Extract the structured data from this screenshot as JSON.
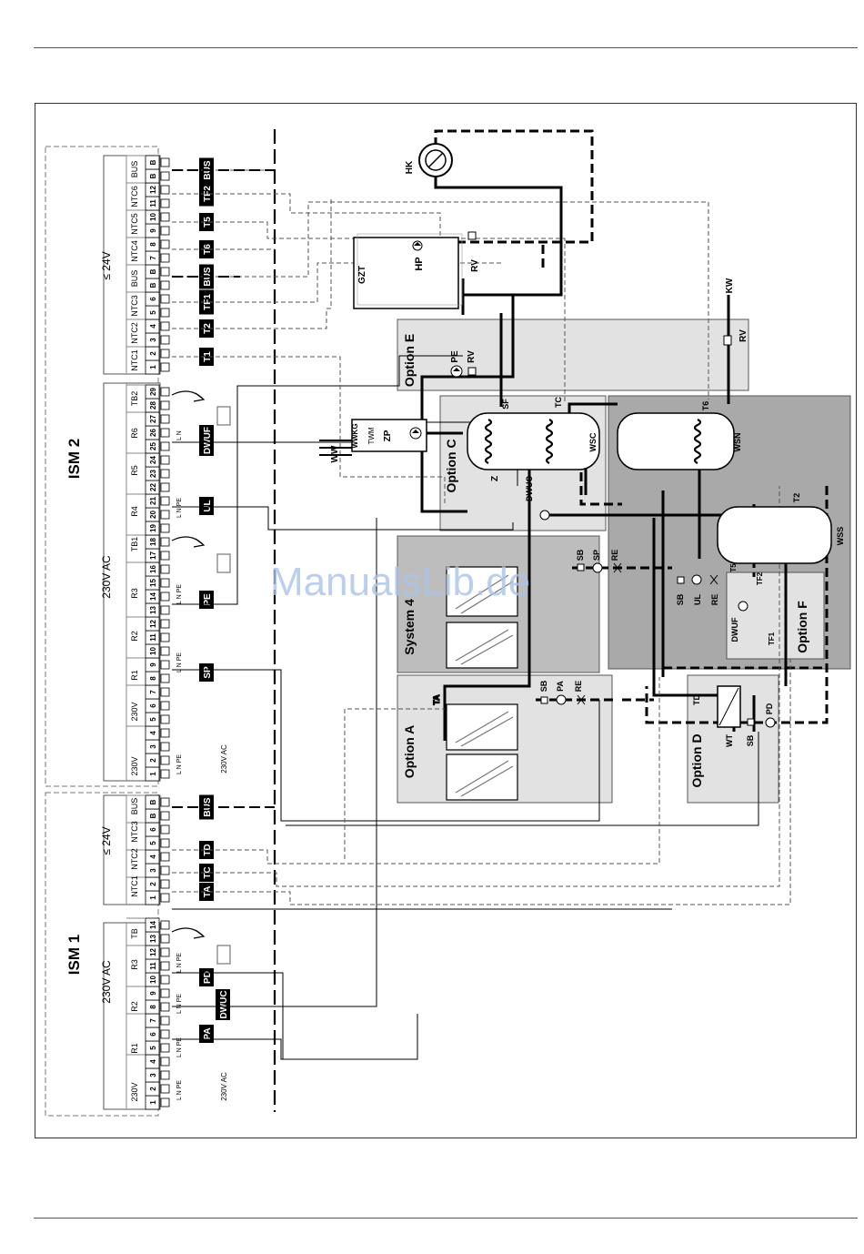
{
  "watermark": "ManualsLib.de",
  "ism1": {
    "title": "ISM 1",
    "voltage_main": "230V AC",
    "voltage_low": "≤ 24V",
    "supply_label": "230V AC",
    "supply_terminal_label": "230V",
    "groups": [
      {
        "label": "230V",
        "terminals": [
          "1",
          "2",
          "3",
          "4"
        ]
      },
      {
        "label": "R1",
        "terminals": [
          "5",
          "6",
          "7"
        ]
      },
      {
        "label": "R2",
        "terminals": [
          "8",
          "9"
        ]
      },
      {
        "label": "R3",
        "terminals": [
          "10",
          "11",
          "12"
        ]
      },
      {
        "label": "TB",
        "terminals": [
          "13",
          "14"
        ]
      },
      {
        "label": "NTC1",
        "terminals": [
          "1",
          "2"
        ]
      },
      {
        "label": "NTC2",
        "terminals": [
          "3",
          "4"
        ]
      },
      {
        "label": "NTC3",
        "terminals": [
          "5",
          "6"
        ]
      },
      {
        "label": "BUS",
        "terminals": [
          "B",
          "B"
        ]
      }
    ],
    "device_labels": [
      "PA",
      "DWUC",
      "PD",
      "TA",
      "TC",
      "TD",
      "BUS"
    ]
  },
  "ism2": {
    "title": "ISM 2",
    "voltage_main": "230V AC",
    "voltage_low": "≤ 24V",
    "supply_label": "230V AC",
    "supply_terminal_label": "230V",
    "groups": [
      {
        "label": "230V",
        "terminals": [
          "1",
          "2",
          "3",
          "4"
        ]
      },
      {
        "label": "230V",
        "terminals": [
          "5",
          "6",
          "7"
        ]
      },
      {
        "label": "R1",
        "terminals": [
          "8",
          "9"
        ]
      },
      {
        "label": "R2",
        "terminals": [
          "10",
          "11",
          "12"
        ]
      },
      {
        "label": "R3",
        "terminals": [
          "13",
          "14",
          "15",
          "16"
        ]
      },
      {
        "label": "TB1",
        "terminals": [
          "17",
          "18"
        ]
      },
      {
        "label": "R4",
        "terminals": [
          "19",
          "20",
          "21"
        ]
      },
      {
        "label": "R5",
        "terminals": [
          "22",
          "23",
          "24"
        ]
      },
      {
        "label": "R6",
        "terminals": [
          "25",
          "26",
          "27"
        ]
      },
      {
        "label": "TB2",
        "terminals": [
          "28",
          "29"
        ]
      },
      {
        "label": "NTC1",
        "terminals": [
          "1",
          "2"
        ]
      },
      {
        "label": "NTC2",
        "terminals": [
          "3",
          "4"
        ]
      },
      {
        "label": "NTC3",
        "terminals": [
          "5",
          "6"
        ]
      },
      {
        "label": "BUS",
        "terminals": [
          "B",
          "B"
        ]
      },
      {
        "label": "NTC4",
        "terminals": [
          "7",
          "8"
        ]
      },
      {
        "label": "NTC5",
        "terminals": [
          "9",
          "10"
        ]
      },
      {
        "label": "NTC6",
        "terminals": [
          "11",
          "12"
        ]
      },
      {
        "label": "BUS",
        "terminals": [
          "B",
          "B"
        ]
      }
    ],
    "device_labels": [
      "SP",
      "PE",
      "UL",
      "DWUF",
      "T1",
      "T2",
      "TF1",
      "BUS",
      "T6",
      "T5",
      "TF2",
      "BUS"
    ]
  },
  "wiring_labels": {
    "ln": "L N",
    "lnpe": "L N PE"
  },
  "components": {
    "hk": "HK",
    "gzt": "GZT",
    "hp": "HP",
    "rv": "RV",
    "kw": "KW",
    "ww": "WW",
    "wwkg": "WWKG",
    "twm": "TWM",
    "zp": "ZP",
    "pe": "PE",
    "sf": "SF",
    "tc": "TC",
    "z": "Z",
    "dwuc": "DWUC",
    "wsc": "WSC",
    "t6": "T6",
    "wsn": "WSN",
    "t2": "T2",
    "wss": "WSS",
    "sb": "SB",
    "sp": "SP",
    "re": "RE",
    "ul": "UL",
    "t5": "T5",
    "tf2": "TF2",
    "dwuf": "DWUF",
    "tf1": "TF1",
    "ta": "TA",
    "pa": "PA",
    "td": "TD",
    "wt": "WT",
    "pd": "PD"
  },
  "options": {
    "option_e": "Option E",
    "option_c": "Option C",
    "system_4": "System 4",
    "option_a": "Option A",
    "option_d": "Option D",
    "option_f": "Option F"
  },
  "colors": {
    "grey_light": "#e2e2e2",
    "grey_mid": "#bdbdbd",
    "grey_dark": "#a9a9a9",
    "line": "#000000",
    "watermark": "#a9c4ea"
  }
}
